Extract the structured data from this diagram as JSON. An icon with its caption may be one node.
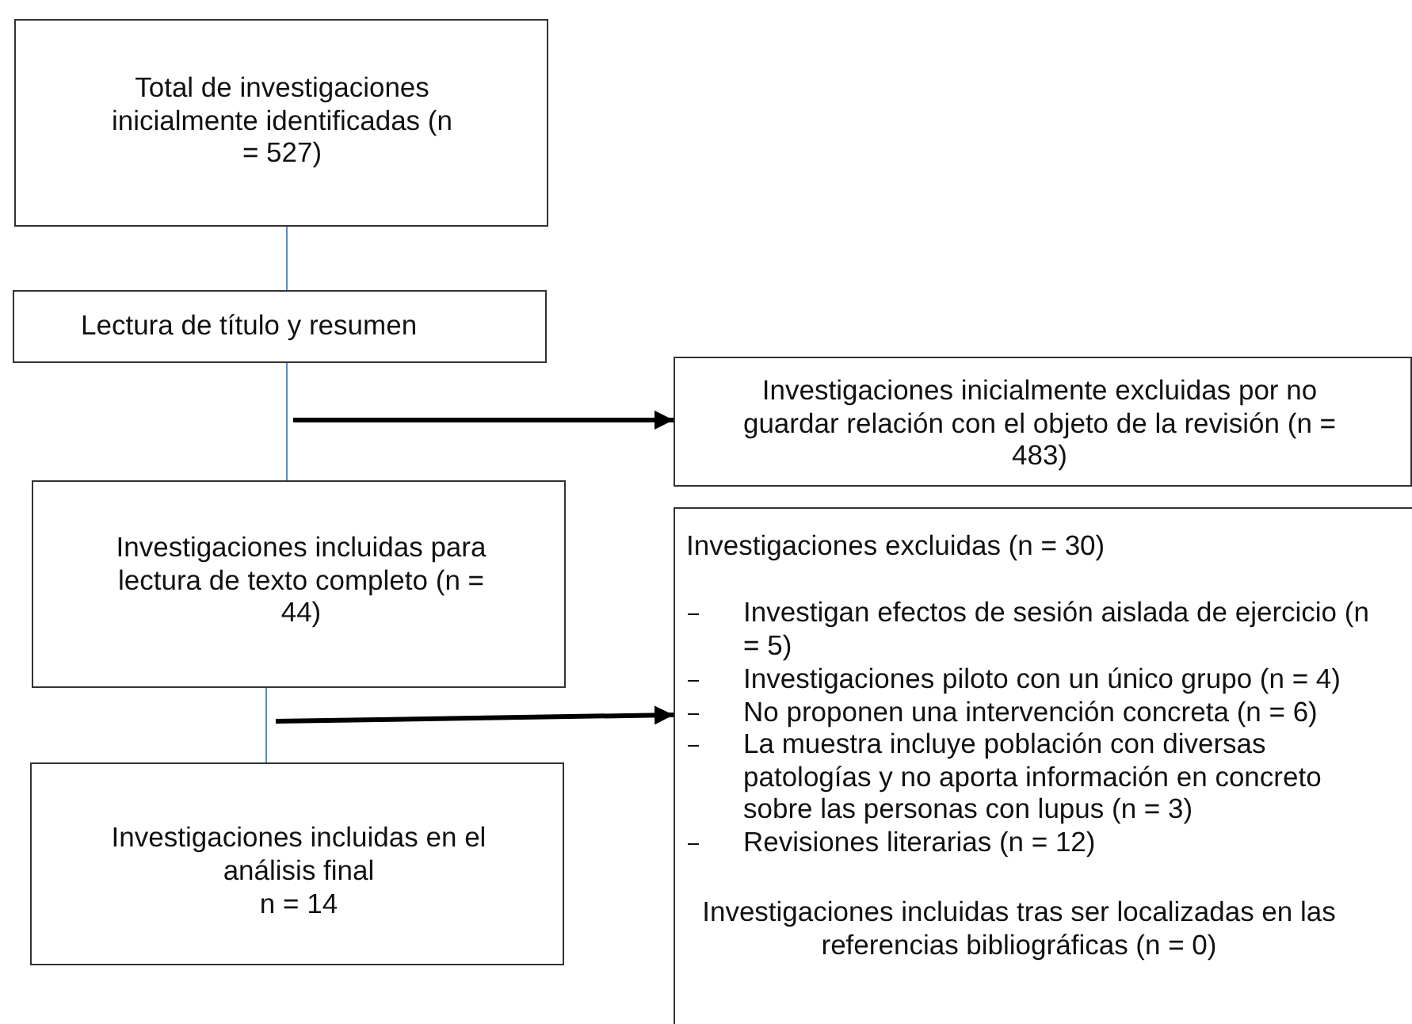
{
  "diagram": {
    "nodes": [
      {
        "text": [
          "Total de investigaciones inicialmente identificadas (n = 527)"
        ]
      },
      {
        "text": [
          "Lectura de título y resumen"
        ]
      },
      {
        "text": [
          "Investigaciones inicialmente excluidas por no guardar relación con el objeto de la revisión (n = 483)"
        ]
      },
      {
        "text": [
          "Investigaciones incluidas para lectura de texto completo (n = 44)"
        ]
      },
      {
        "text": [
          "Investigaciones excluidas (n = 30)",
          "Investigan efectos de sesión aislada de ejercicio (n = 5)",
          "Investigaciones piloto con un único grupo (n = 4)",
          "No proponen una intervención concreta (n = 6)",
          "La muestra incluye población con diversas patologías y no aporta información en concreto sobre las personas con lupus (n = 3)",
          "Revisiones literarias (n = 12)",
          "Investigaciones incluidas tras ser localizadas en las referencias bibliográficas (n = 0)"
        ]
      },
      {
        "text": [
          "Investigaciones incluidas en el análisis final",
          "n = 14"
        ]
      }
    ],
    "edges": [
      {
        "from": 0,
        "to": 1,
        "arrow": "none"
      },
      {
        "from": 1,
        "to": 3,
        "arrow": "none"
      },
      {
        "from": null,
        "to": 2,
        "arrow": "to",
        "style": "thick",
        "color": "#000000"
      },
      {
        "from": 3,
        "to": 5,
        "arrow": "none"
      },
      {
        "from": null,
        "to": 4,
        "arrow": "to",
        "style": "thick",
        "color": "#000000"
      }
    ]
  }
}
